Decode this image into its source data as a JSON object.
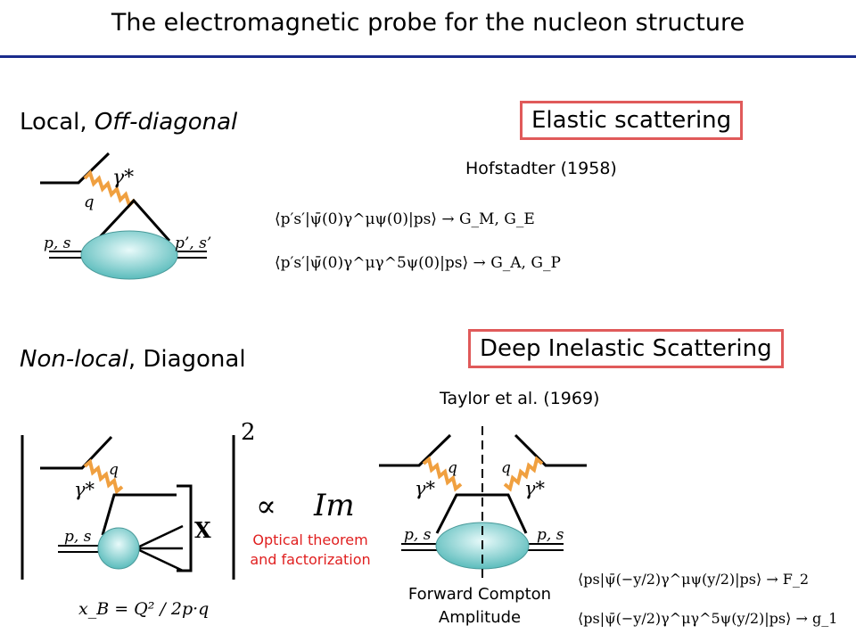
{
  "title": "The electromagnetic probe for the nucleon structure",
  "elastic": {
    "heading_prefix": "Local, ",
    "heading_italic": "Off-diagonal",
    "box_label": "Elastic scattering",
    "reference": "Hofstadter (1958)",
    "photon_label": "γ*",
    "momentum_label": "q",
    "initial_label": "p, s",
    "final_label": "p’, s’",
    "eq1": "⟨p′s′|ψ̄(0)γ^μψ(0)|ps⟩ → G_M, G_E",
    "eq2": "⟨p′s′|ψ̄(0)γ^μγ^5ψ(0)|ps⟩ → G_A, G_P"
  },
  "dis": {
    "heading_italic": "Non-local",
    "heading_suffix": ", Diagonal",
    "box_label": "Deep Inelastic Scattering",
    "reference": "Taylor et al. (1969)",
    "photon_label": "γ*",
    "momentum_label": "q",
    "state_label": "p, s",
    "square_exponent": "2",
    "cross_symbol": "X",
    "proportional_symbol": "∝",
    "im_label": "Im",
    "optical_line1": "Optical theorem",
    "optical_line2": "and factorization",
    "compton_line1": "Forward Compton",
    "compton_line2": "Amplitude",
    "xb_formula": "x_B = Q² / 2p·q",
    "eq3": "⟨ps|ψ̄(−y/2)γ^μψ(y/2)|ps⟩ → F_2",
    "eq4": "⟨ps|ψ̄(−y/2)γ^μγ^5ψ(y/2)|ps⟩ → g_1"
  },
  "colors": {
    "rule": "#1a2c8c",
    "box_border": "#e05a5a",
    "photon": "#f0a040",
    "blob": "#7fd3d3",
    "optical_text": "#e02020"
  }
}
